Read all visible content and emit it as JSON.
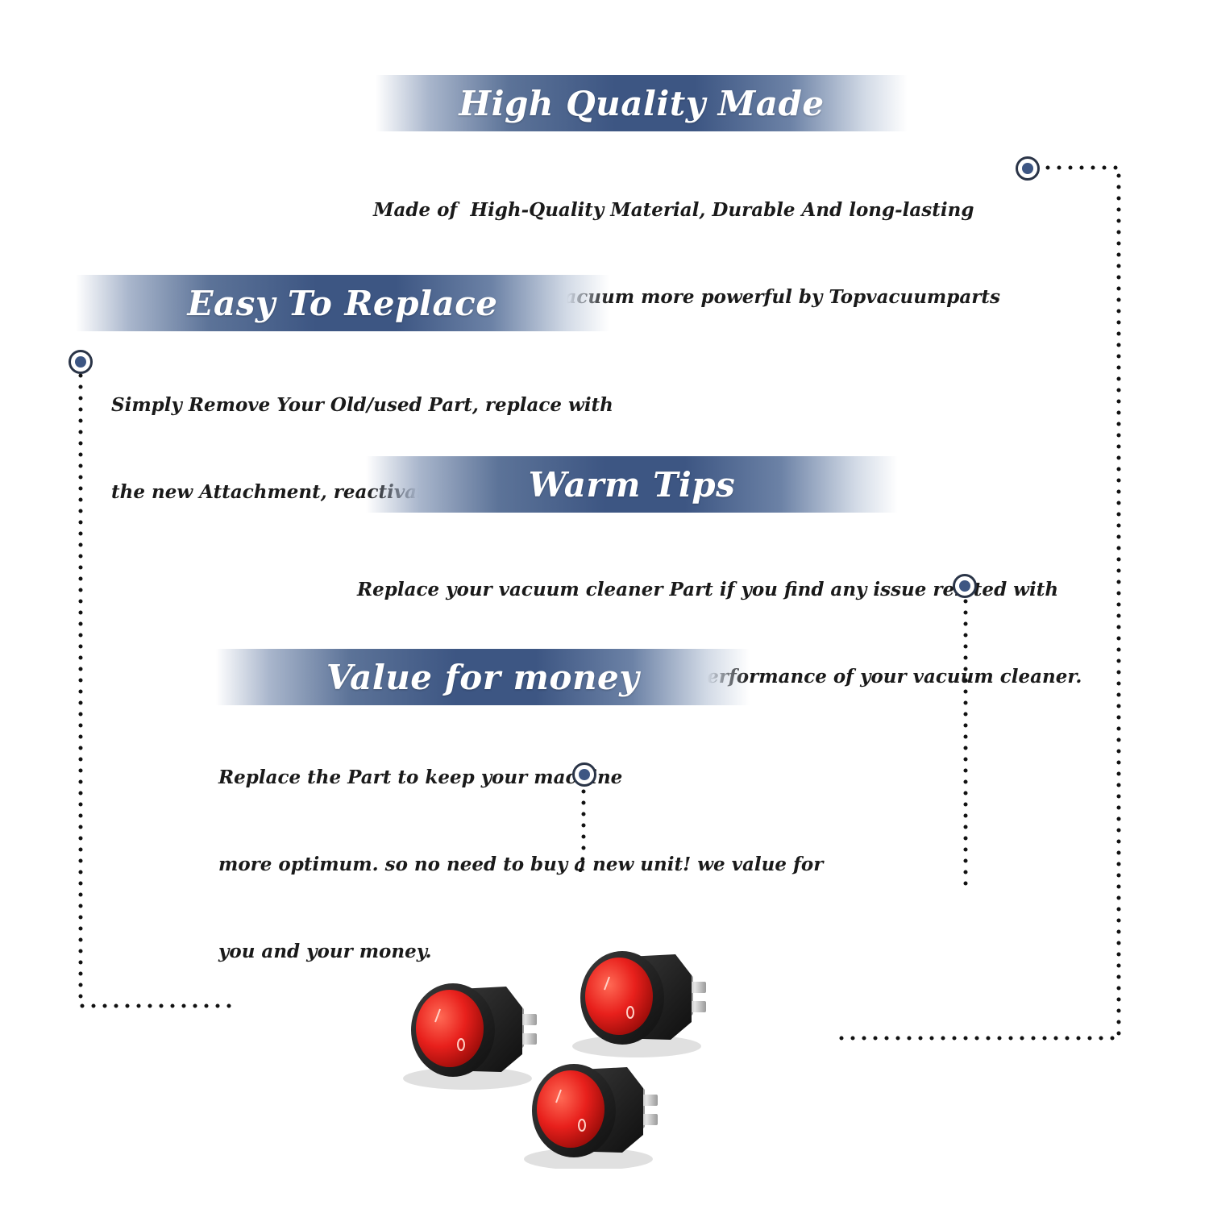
{
  "sections": [
    {
      "title": "High Quality Made",
      "desc": [
        "Made of  High-Quality Material, Durable And long-lasting",
        "Reliability, make vacuum more powerful by Topvacuumparts"
      ]
    },
    {
      "title": "Easy To Replace",
      "desc": [
        "Simply Remove Your Old/used Part, replace with",
        "the new Attachment, reactivate your vacuum cleaner."
      ]
    },
    {
      "title": "Warm Tips",
      "desc": [
        "Replace your vacuum cleaner Part if you find any issue related with",
        " attachment to ensure optimum performance of your vacuum cleaner."
      ]
    },
    {
      "title": "Value for money",
      "desc": [
        "Replace the Part to keep your machine",
        "more optimum. so no need to buy a new unit! we value for",
        "you and your money."
      ]
    }
  ],
  "colors": {
    "banner": "#3d5683",
    "marker_fill": "#3d5683",
    "dots": "#111111",
    "switch_body": "#1b1b1b",
    "switch_lens": "#e8201c"
  },
  "product": {
    "item": "round-rocker-switch",
    "count": 3
  }
}
